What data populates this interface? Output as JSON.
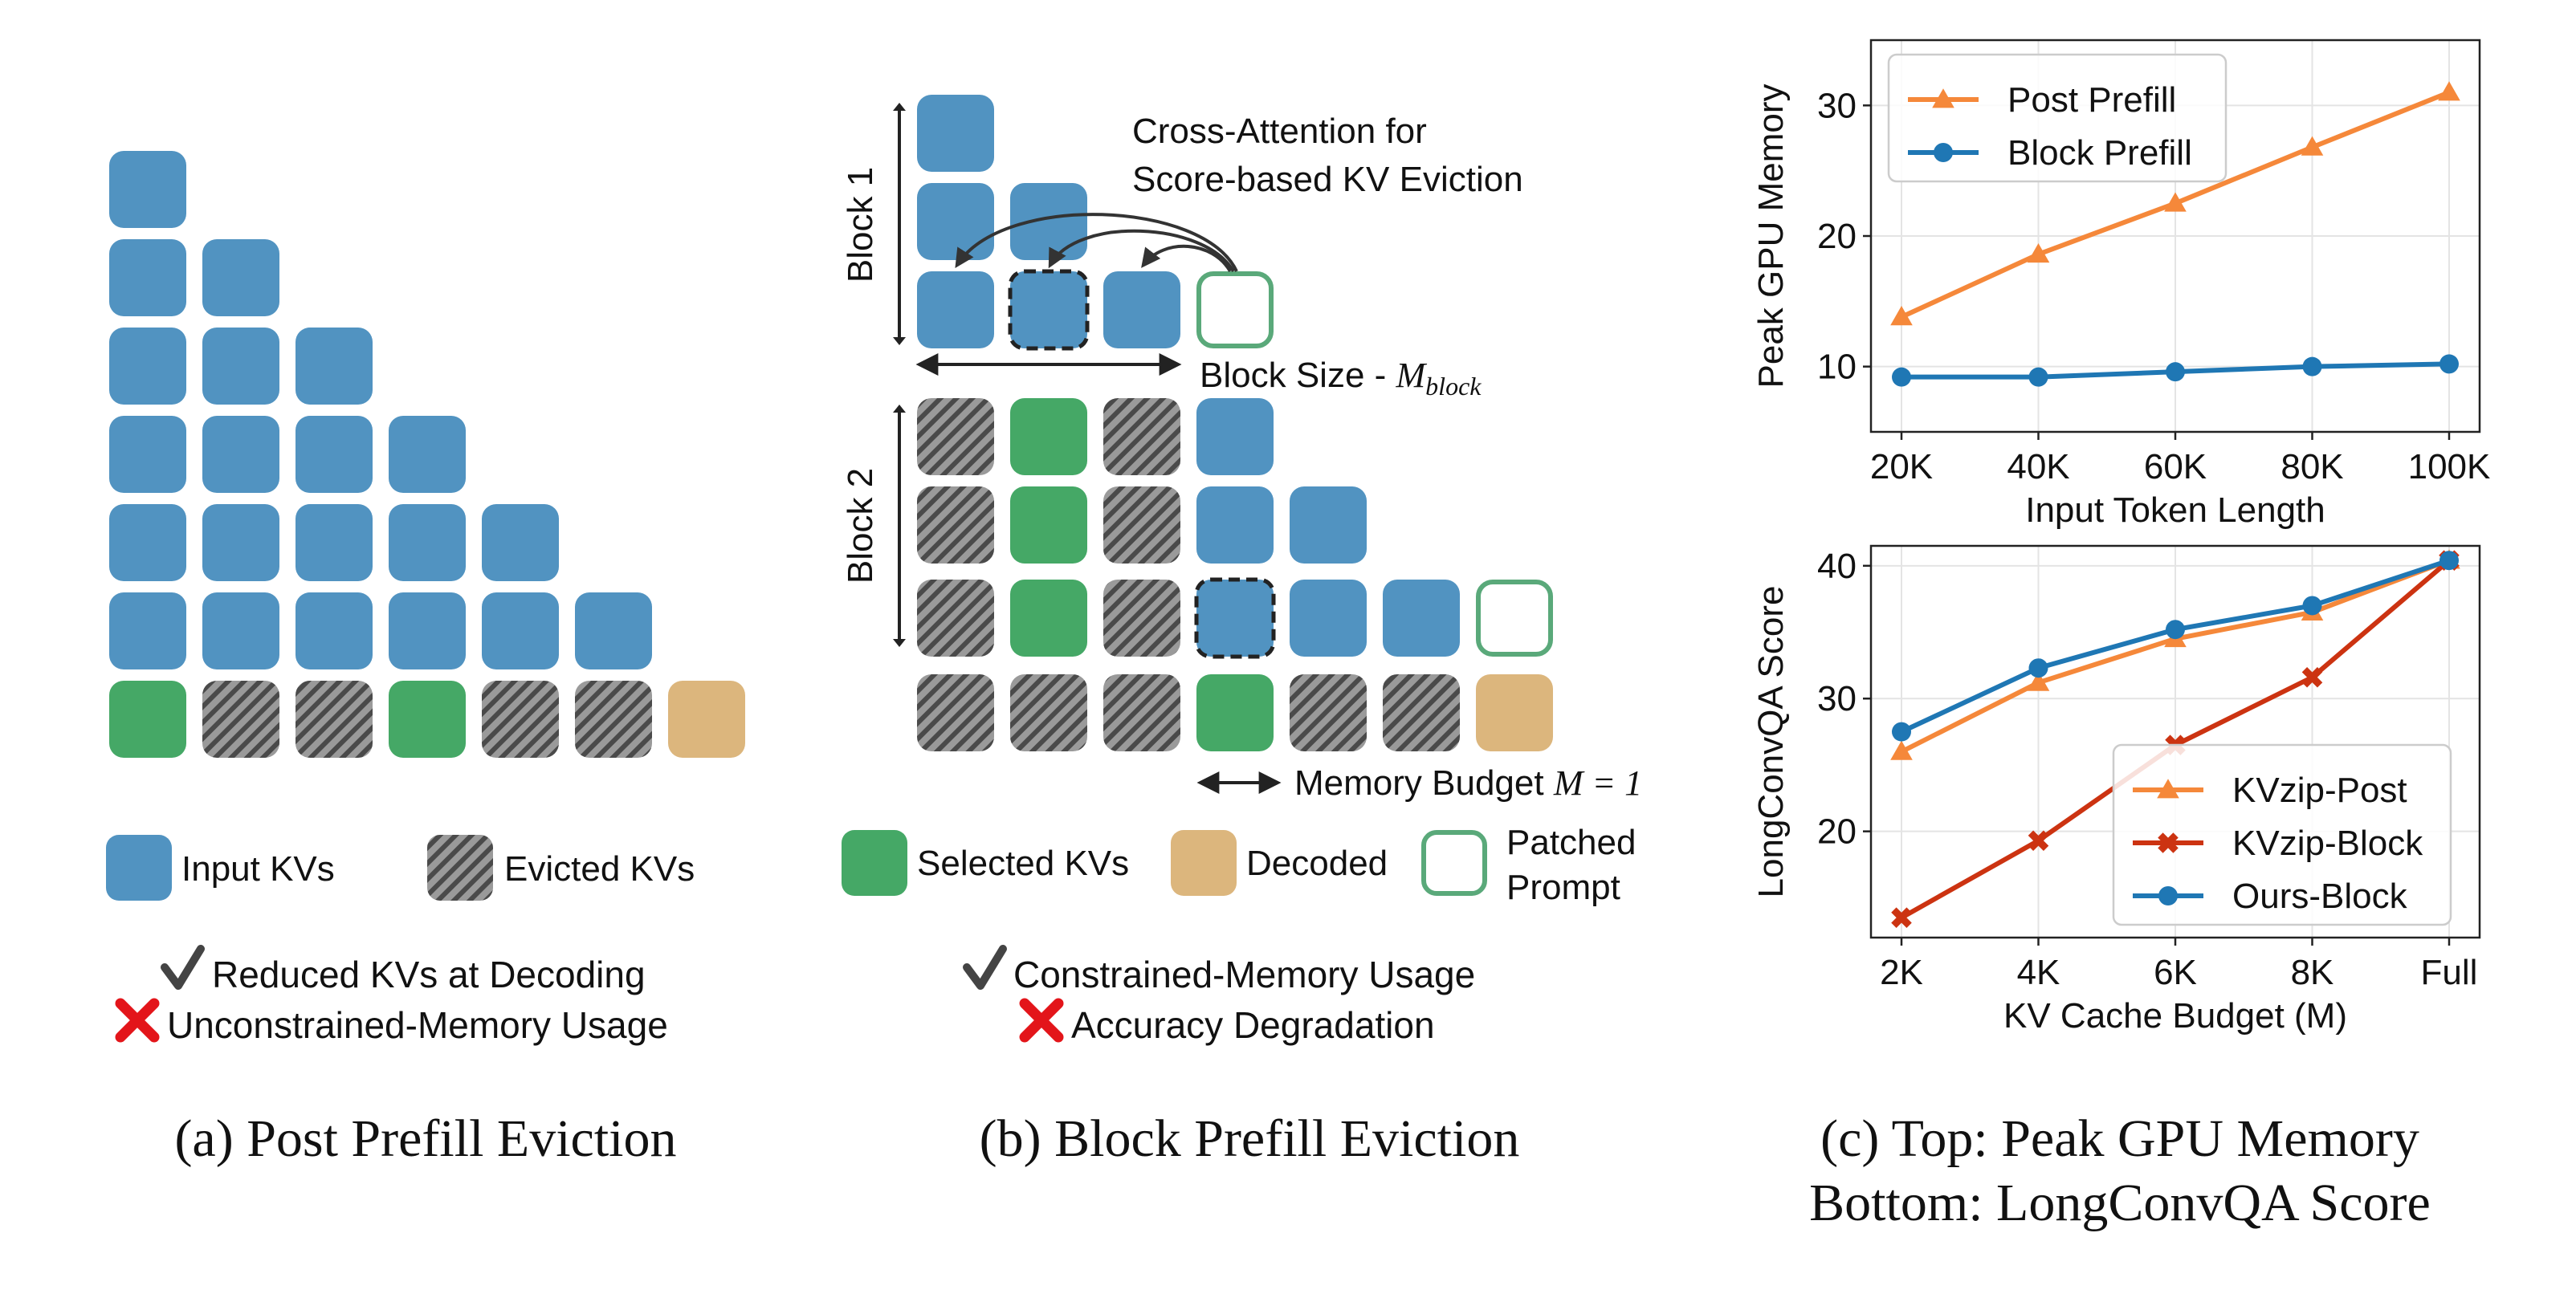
{
  "panel_a": {
    "legend_input": "Input KVs",
    "legend_evicted": "Evicted KVs",
    "pro": "Reduced KVs at Decoding",
    "con": "Unconstrained-Memory Usage",
    "caption": "(a) Post Prefill Eviction"
  },
  "panel_b": {
    "block1_label": "Block 1",
    "block2_label": "Block 2",
    "attention_line1": "Cross-Attention for",
    "attention_line2": "Score-based KV Eviction",
    "block_size_label": "Block Size - ",
    "block_size_math": "M",
    "block_size_sub": "block",
    "memory_budget_label": "Memory Budget ",
    "memory_budget_math": "M = 1",
    "legend_selected": "Selected KVs",
    "legend_decoded": "Decoded",
    "legend_patched_1": "Patched",
    "legend_patched_2": "Prompt",
    "pro": "Constrained-Memory Usage",
    "con": "Accuracy Degradation",
    "caption": "(b) Block Prefill Eviction"
  },
  "panel_c": {
    "caption_line1": "(c) Top: Peak GPU Memory",
    "caption_line2": "Bottom: LongConvQA Score"
  },
  "colors": {
    "input_kv": "#5193c1",
    "selected_kv": "#45a866",
    "decoded": "#dcb67d",
    "patched_border": "#5aa97a",
    "post": "#f5883a",
    "block": "#1f77b4",
    "kvzip_block": "#cc3311",
    "check": "#444444",
    "cross": "#e3151a"
  },
  "chart_data": [
    {
      "type": "line",
      "xlabel": "Input Token Length",
      "ylabel": "Peak GPU Memory",
      "categories": [
        "20K",
        "40K",
        "60K",
        "80K",
        "100K"
      ],
      "yticks": [
        10,
        20,
        30
      ],
      "ylim": [
        5,
        35
      ],
      "grid": true,
      "legend": "top-left",
      "series": [
        {
          "name": "Post Prefill",
          "marker": "triangle",
          "color": "#f5883a",
          "values": [
            13.8,
            18.6,
            22.5,
            26.8,
            31.0
          ]
        },
        {
          "name": "Block Prefill",
          "marker": "circle",
          "color": "#1f77b4",
          "values": [
            9.2,
            9.2,
            9.6,
            10.0,
            10.2
          ]
        }
      ]
    },
    {
      "type": "line",
      "xlabel": "KV Cache Budget (M)",
      "ylabel": "LongConvQA Score",
      "categories": [
        "2K",
        "4K",
        "6K",
        "8K",
        "Full"
      ],
      "yticks": [
        20,
        30,
        40
      ],
      "ylim": [
        12,
        41.5
      ],
      "grid": true,
      "legend": "bottom-right",
      "series": [
        {
          "name": "KVzip-Post",
          "marker": "triangle",
          "color": "#f5883a",
          "values": [
            26.0,
            31.2,
            34.5,
            36.5,
            40.4
          ]
        },
        {
          "name": "KVzip-Block",
          "marker": "x",
          "color": "#cc3311",
          "values": [
            13.5,
            19.3,
            26.5,
            31.6,
            40.4
          ]
        },
        {
          "name": "Ours-Block",
          "marker": "circle",
          "color": "#1f77b4",
          "values": [
            27.5,
            32.3,
            35.2,
            37.0,
            40.4
          ]
        }
      ]
    }
  ]
}
